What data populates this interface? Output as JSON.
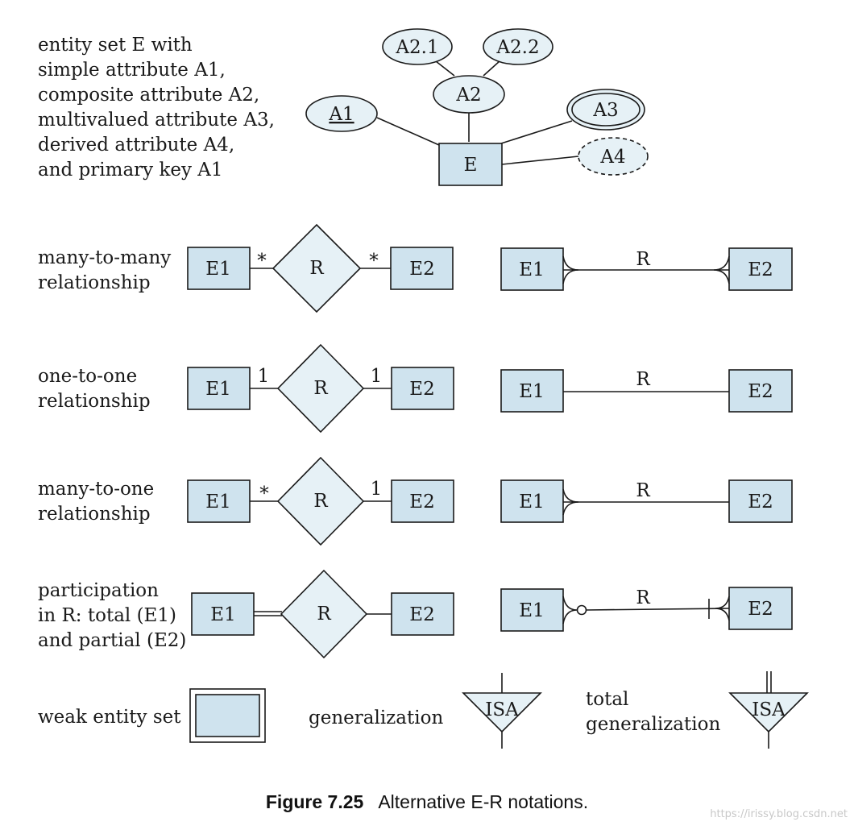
{
  "sections": {
    "entity": [
      "entity set E with",
      "simple attribute A1,",
      "composite attribute A2,",
      "multivalued attribute A3,",
      "derived attribute A4,",
      "and primary key A1"
    ],
    "m2m": [
      "many-to-many",
      "relationship"
    ],
    "o2o": [
      "one-to-one",
      "relationship"
    ],
    "m2o": [
      "many-to-one",
      "relationship"
    ],
    "participation": [
      "participation",
      "in R: total (E1)",
      "and partial (E2)"
    ],
    "weak": "weak entity set",
    "generalization": "generalization",
    "total_generalization": [
      "total",
      "generalization"
    ]
  },
  "nodes": {
    "E": "E",
    "A1": "A1",
    "A2": "A2",
    "A21": "A2.1",
    "A22": "A2.2",
    "A3": "A3",
    "A4": "A4",
    "E1": "E1",
    "E2": "E2",
    "R": "R",
    "ISA": "ISA"
  },
  "cardinality": {
    "many": "*",
    "one": "1"
  },
  "caption": {
    "number": "Figure 7.25",
    "text": "Alternative E-R notations."
  },
  "watermark": "https://irissy.blog.csdn.net"
}
